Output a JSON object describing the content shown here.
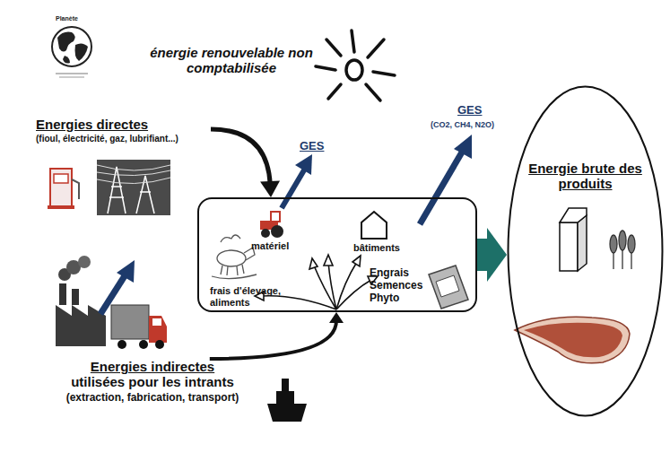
{
  "diagram": {
    "nodes": [
      {
        "text": [
          "Energies directes",
          "(fioul, électricité, gaz, lubrifiant...)"
        ]
      },
      {
        "text": [
          "matériel",
          "bâtiments",
          "frais d'élevage, aliments",
          "Engrais Semences Phyto"
        ]
      },
      {
        "text": [
          "Energie brute des produits"
        ]
      },
      {
        "text": [
          "Energies indirectes",
          "utilisées pour les intrants",
          "(extraction, fabrication, transport)"
        ]
      }
    ],
    "edges": [
      {
        "from": 0,
        "to": 1,
        "arrow": "to"
      },
      {
        "from": 3,
        "to": 1,
        "arrow": "to"
      },
      {
        "from": 1,
        "to": 2,
        "arrow": "to"
      }
    ],
    "labels": [
      "Planète",
      "énergie renouvelable non comptabilisée",
      "GES",
      "GES",
      "(CO2, CH4, N2O)"
    ]
  }
}
